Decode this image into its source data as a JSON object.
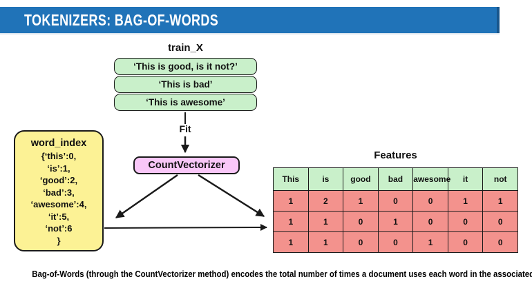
{
  "header": {
    "title": "TOKENIZERS: BAG-OF-WORDS"
  },
  "train_x": {
    "label": "train_X",
    "documents": [
      "‘This is good, is it not?’",
      "‘This is bad’",
      "‘This is awesome’"
    ]
  },
  "fit": {
    "label": "Fit"
  },
  "vectorizer": {
    "label": "CountVectorizer"
  },
  "word_index": {
    "label": "word_index",
    "entries": [
      "{‘this’:0,",
      "‘is’:1,",
      "‘good’:2,",
      "‘bad’:3,",
      "‘awesome’:4,",
      "‘it’:5,",
      "‘not’:6",
      "}"
    ]
  },
  "features": {
    "label": "Features",
    "columns": [
      "This",
      "is",
      "good",
      "bad",
      "awesome",
      "it",
      "not"
    ],
    "rows": [
      [
        1,
        2,
        1,
        0,
        0,
        1,
        1
      ],
      [
        1,
        1,
        0,
        1,
        0,
        0,
        0
      ],
      [
        1,
        1,
        0,
        0,
        1,
        0,
        0
      ]
    ]
  },
  "caption": "Bag-of-Words (through the  CountVectorizer method) encodes the total number of times a document uses each word in the associated corpus.",
  "colors": {
    "header_blue": "#2073B8",
    "green": "#C9F0CA",
    "pink": "#F9C7F8",
    "yellow": "#FCF295",
    "salmon": "#F3928D"
  }
}
